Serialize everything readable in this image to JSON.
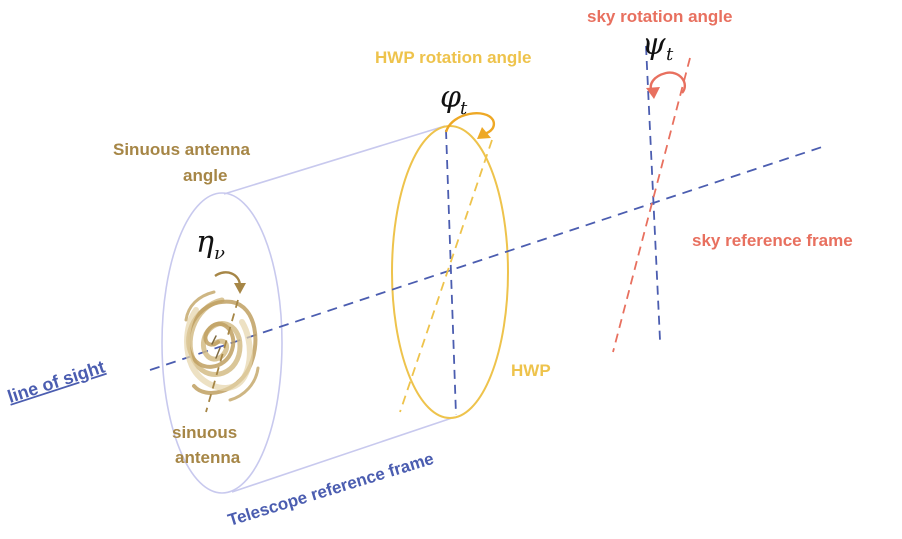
{
  "labels": {
    "sky_rotation_angle": "sky rotation angle",
    "hwp_rotation_angle": "HWP rotation angle",
    "sinuous_antenna_angle_line1": "Sinuous antenna",
    "sinuous_antenna_angle_line2": "angle",
    "sky_reference_frame": "sky reference frame",
    "hwp": "HWP",
    "line_of_sight": "line of sight",
    "sinuous_antenna_line1": "sinuous",
    "sinuous_antenna_line2": "antenna",
    "telescope_reference_frame": "Telescope reference frame"
  },
  "symbols": {
    "psi": "ψ",
    "psi_sub": "t",
    "phi": "φ",
    "phi_sub": "t",
    "eta": "η",
    "eta_sub": "ν"
  },
  "colors": {
    "sky": "#E8705F",
    "hwp": "#EEC34C",
    "antenna": "#A68646",
    "telescope": "#4B5DB0",
    "cylinder": "#C8C9EE",
    "symbol": "#111111"
  }
}
